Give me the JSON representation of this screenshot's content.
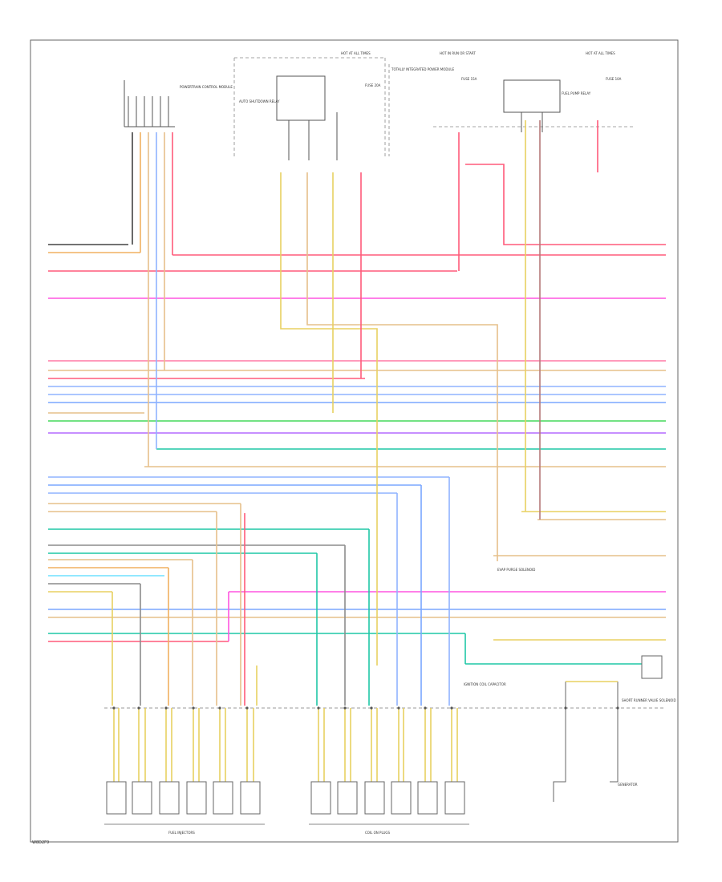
{
  "page": {
    "footer_code": "W8D2F9",
    "background": "#ffffff",
    "line_color": "#555555"
  },
  "labels": {
    "hot_at_all_times_1": "HOT AT ALL TIMES",
    "hot_at_all_times_2": "HOT AT ALL TIMES",
    "hot_in_run_start": "HOT IN RUN OR START",
    "fuse_20a": "FUSE 20A",
    "fuse_15a": "FUSE 15A",
    "fuse_10a": "FUSE 10A",
    "auto_shutdown_relay": "AUTO SHUTDOWN RELAY",
    "fuel_pump_relay": "FUEL PUMP RELAY",
    "totally_integrated_power_module": "TOTALLY INTEGRATED POWER MODULE",
    "powertrain_control_module": "POWERTRAIN CONTROL MODULE",
    "fuel_injectors": "FUEL INJECTORS",
    "coil_on_plugs": "COIL ON PLUGS",
    "ignition_coil_capacitor": "IGNITION COIL CAPACITOR",
    "short_runner_valve": "SHORT RUNNER VALVE SOLENOID",
    "eval_sensor": "EVAP PURGE SOLENOID",
    "generator": "GENERATOR"
  },
  "wires": {
    "colors": {
      "red": "#ff5a7a",
      "pink": "#ff7ad9",
      "magenta": "#ff55e0",
      "yellow": "#e8d060",
      "tan": "#e6c08a",
      "blue": "#7aa7ff",
      "lightblue": "#8fb3ff",
      "green": "#44d85a",
      "purple": "#b36aff",
      "teal": "#1fc7a6",
      "gray": "#8c8c8c",
      "dark": "#444444",
      "orange": "#f0b060"
    }
  }
}
